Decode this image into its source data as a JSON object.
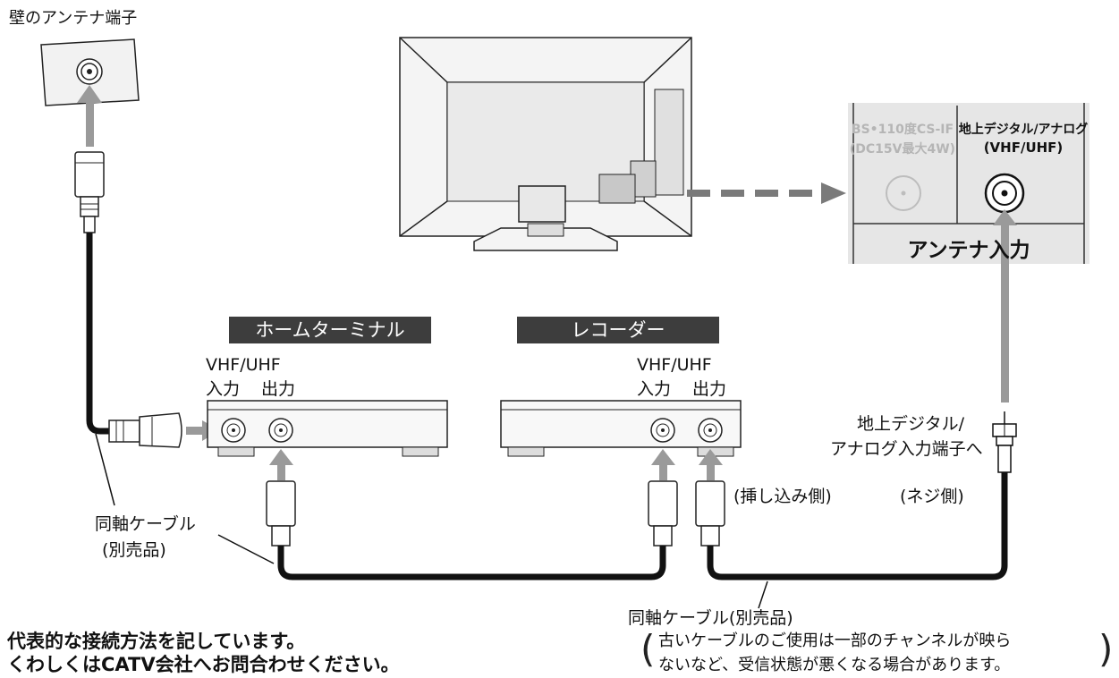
{
  "wall_terminal_label": "壁のアンテナ端子",
  "home_terminal": {
    "title": "ホームターミナル",
    "port_header": "VHF/UHF",
    "input_label": "入力",
    "output_label": "出力"
  },
  "recorder": {
    "title": "レコーダー",
    "port_header": "VHF/UHF",
    "input_label": "入力",
    "output_label": "出力"
  },
  "tv_panel": {
    "bs_label_line1": "BS•110度CS-IF",
    "bs_label_line2": "(DC15V最大4W)",
    "terrestrial_line1": "地上デジタル/アナログ",
    "terrestrial_line2": "(VHF/UHF)",
    "antenna_input": "アンテナ入力"
  },
  "terrestrial_input_label_line1": "地上デジタル/",
  "terrestrial_input_label_line2": "アナログ入力端子へ",
  "insert_side_label": "(挿し込み側)",
  "screw_side_label": "(ネジ側)",
  "coax_cable_left_line1": "同軸ケーブル",
  "coax_cable_left_line2": "(別売品)",
  "coax_cable_bottom": "同軸ケーブル(別売品)",
  "caution_line1": "古いケーブルのご使用は一部のチャンネルが映ら",
  "caution_line2": "ないなど、受信状態が悪くなる場合があります。",
  "note_line1": "代表的な接続方法を記しています。",
  "note_line2": "くわしくはCATV会社へお問合わせください。",
  "colors": {
    "gray_arrow": "#9a9a9a",
    "panel_bg": "#e6e6e6",
    "title_bg": "#3d3d3d"
  }
}
